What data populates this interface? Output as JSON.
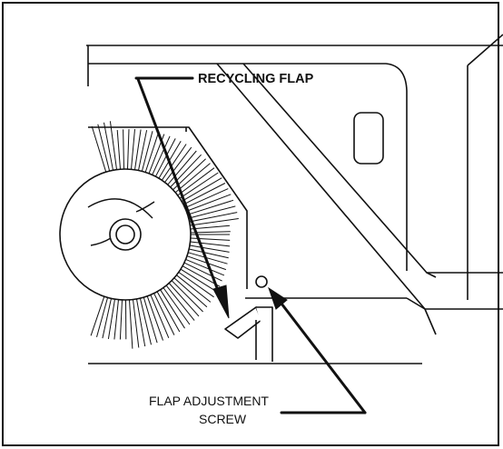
{
  "labels": {
    "recycling_flap": "RECYCLING FLAP",
    "flap_adjustment_screw_line1": "FLAP ADJUSTMENT",
    "flap_adjustment_screw_line2": "SCREW"
  },
  "colors": {
    "line": "#111111",
    "background": "#ffffff"
  }
}
